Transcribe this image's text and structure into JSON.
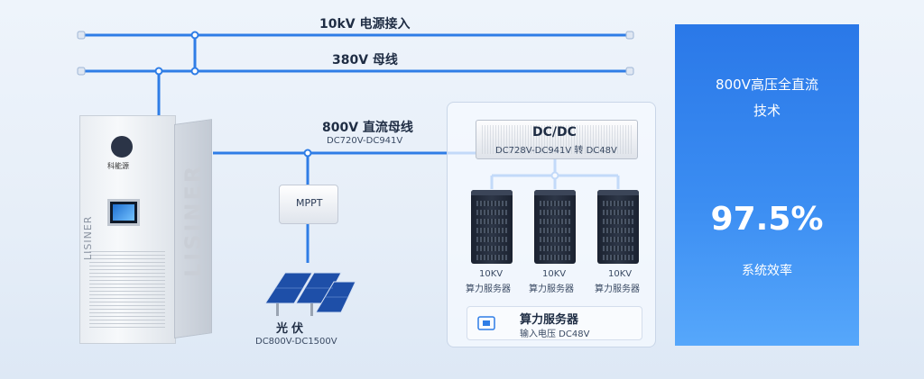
{
  "bus": {
    "ac_10kv": "10kV 电源接入",
    "ac_380v": "380V 母线",
    "dc_800v": "800V 直流母线",
    "dc_range": "DC720V-DC941V"
  },
  "cabinet": {
    "brand_short": "科能源",
    "brand_side": "LISINER",
    "brand_front": "LISINER"
  },
  "mppt": {
    "label": "MPPT"
  },
  "pv": {
    "label": "光伏",
    "range": "DC800V-DC1500V"
  },
  "dcdc": {
    "title": "DC/DC",
    "desc": "DC728V-DC941V 转 DC48V"
  },
  "servers": [
    {
      "line1": "10KV",
      "line2": "算力服务器"
    },
    {
      "line1": "10KV",
      "line2": "算力服务器"
    },
    {
      "line1": "10KV",
      "line2": "算力服务器"
    }
  ],
  "server_group": {
    "title": "算力服务器",
    "subtitle": "输入电压 DC48V"
  },
  "panel": {
    "tech_line1": "800V高压全直流",
    "tech_line2": "技术",
    "efficiency_value": "97.5%",
    "efficiency_label": "系统效率"
  },
  "colors": {
    "bus_line": "#2f7de6",
    "panel_top": "#2a78e8",
    "panel_bottom": "#56a7fb"
  }
}
